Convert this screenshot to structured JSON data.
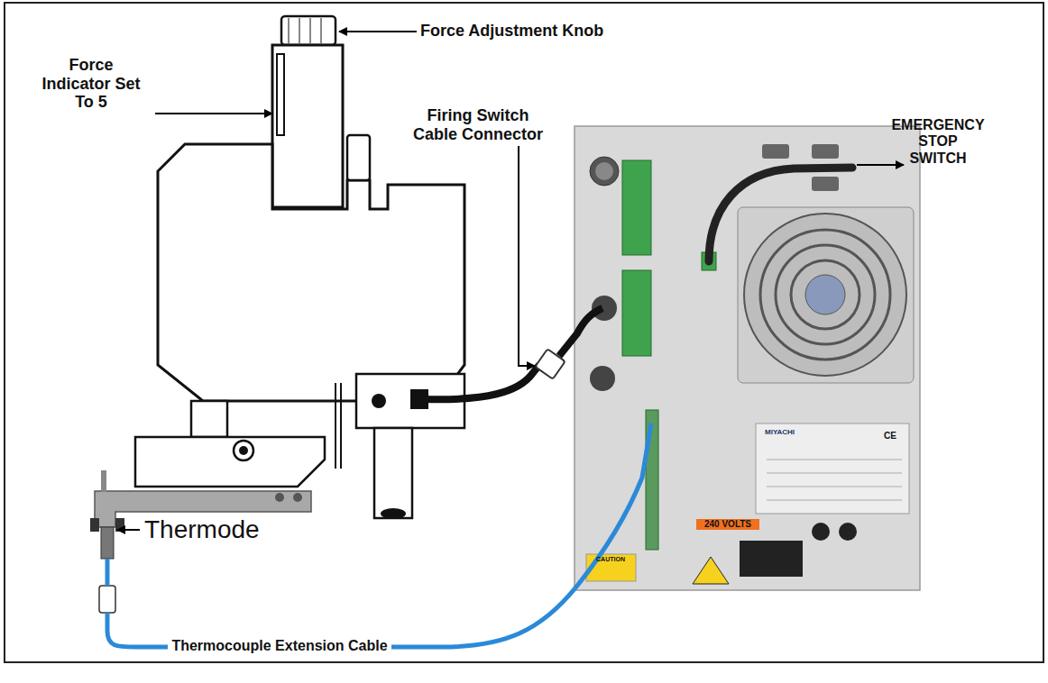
{
  "diagram": {
    "labels": [
      "Force Adjustment Knob",
      "Force Indicator Set To 5",
      "Firing Switch Cable Connector",
      "EMERGENCY STOP SWITCH",
      "Thermode",
      "Thermocouple Extension Cable",
      "240 VOLTS",
      "MIYACHI",
      "CAUTION",
      "CE"
    ]
  }
}
